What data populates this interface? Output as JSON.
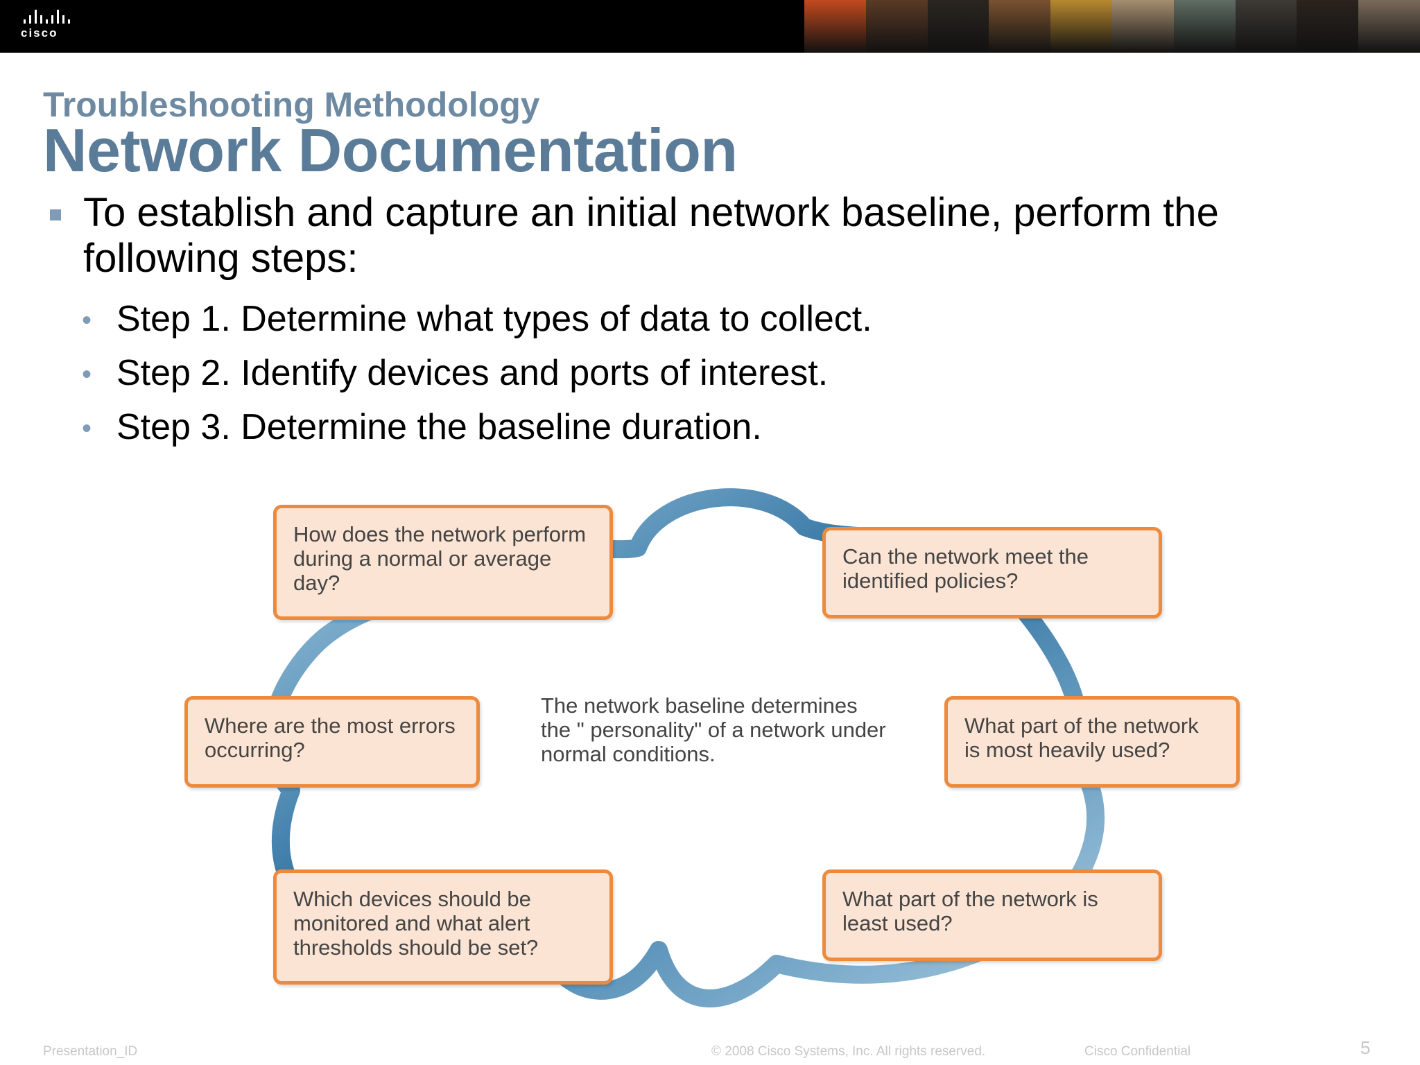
{
  "header": {
    "logo_text": "cisco",
    "photo_colors": [
      "#c24a1e",
      "#5a3a26",
      "#2b2520",
      "#7a5230",
      "#b88a2e",
      "#a58e70",
      "#5f6d64",
      "#3e3a35",
      "#2a231e",
      "#7a6a5a"
    ]
  },
  "slide": {
    "subtitle": "Troubleshooting Methodology",
    "title": "Network Documentation",
    "main_bullet": "To establish and capture an initial network baseline, perform the following steps:",
    "steps": [
      "Step 1. Determine what types of data to collect.",
      "Step 2. Identify devices and ports of interest.",
      "Step 3. Determine the baseline duration."
    ]
  },
  "diagram": {
    "center": "The network baseline determines the \" personality\"  of a network under normal conditions.",
    "boxes": [
      "How does the network perform during a normal or average day?",
      "Can the network meet the identified policies?",
      "Where are the most errors occurring?",
      "What part of the network is most heavily used?",
      "Which devices should be monitored and what alert thresholds should be set?",
      "What part of the network is least used?"
    ],
    "colors": {
      "box_fill": "#fbe4d3",
      "box_border": "#ee8a3c",
      "cloud_dark": "#2a6e9f",
      "cloud_light": "#a9cde3"
    }
  },
  "footer": {
    "presentation_id": "Presentation_ID",
    "copyright": "© 2008 Cisco Systems, Inc. All rights reserved.",
    "confidential": "Cisco Confidential",
    "page_number": "5"
  }
}
